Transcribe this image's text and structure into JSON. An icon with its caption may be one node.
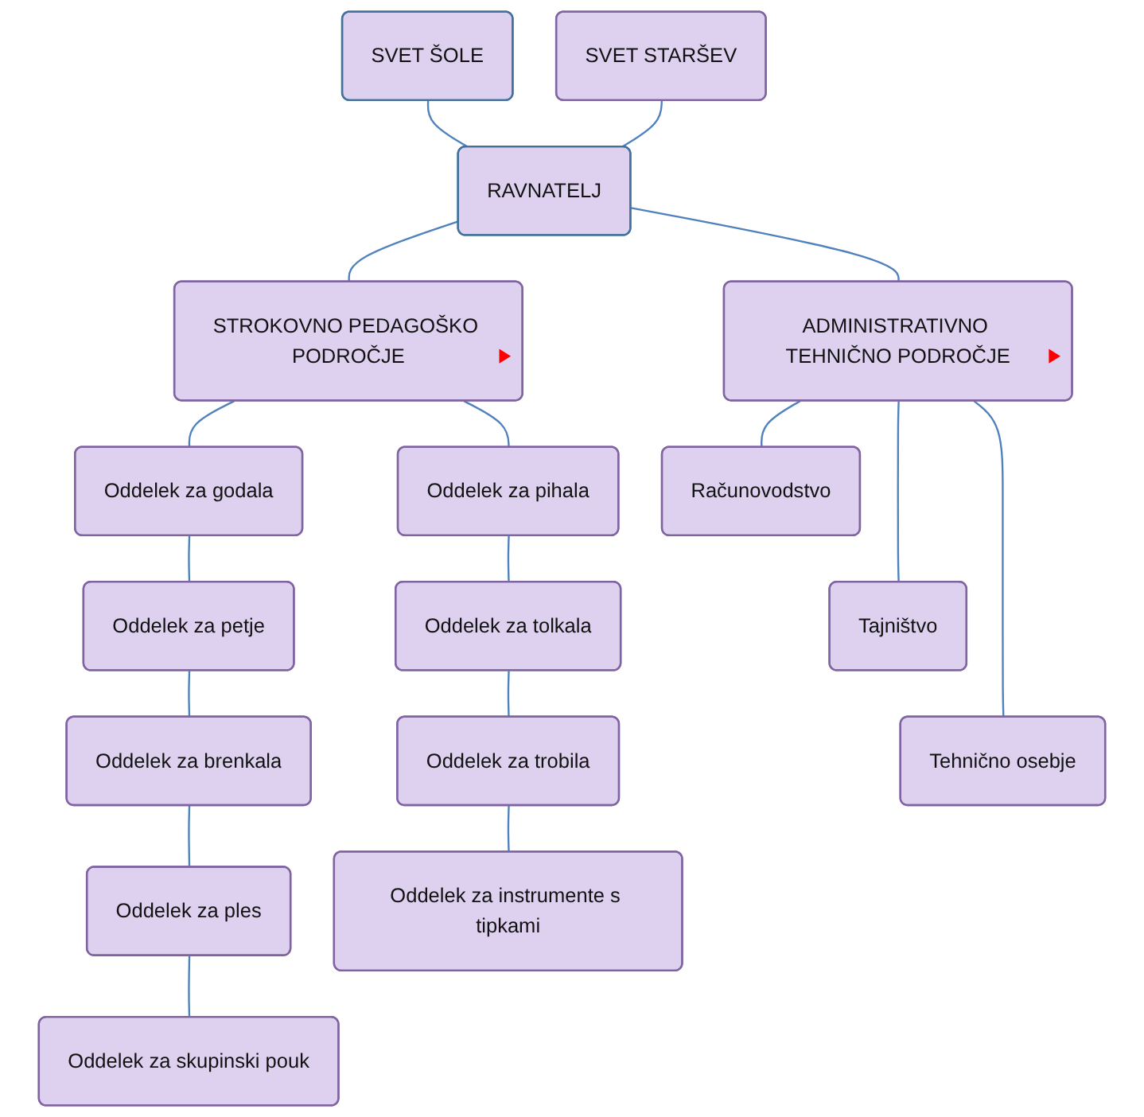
{
  "diagram": {
    "nodes": [
      {
        "text": [
          "SVET ŠOLE"
        ]
      },
      {
        "text": [
          "RAVNATELJ"
        ]
      },
      {
        "text": [
          "SVET STARŠEV"
        ]
      },
      {
        "text": [
          "STROKOVNO PEDAGOŠKO PODROČJE"
        ]
      },
      {
        "text": [
          "ADMINISTRATIVNO TEHNIČNO PODROČJE"
        ]
      },
      {
        "text": [
          "Oddelek za godala"
        ]
      },
      {
        "text": [
          "Oddelek za petje"
        ]
      },
      {
        "text": [
          "Oddelek za brenkala"
        ]
      },
      {
        "text": [
          "Oddelek za ples"
        ]
      },
      {
        "text": [
          "Oddelek za skupinski pouk"
        ]
      },
      {
        "text": [
          "Oddelek za pihala"
        ]
      },
      {
        "text": [
          "Oddelek za tolkala"
        ]
      },
      {
        "text": [
          "Oddelek za trobila"
        ]
      },
      {
        "text": [
          "Oddelek za instrumente s tipkami"
        ]
      },
      {
        "text": [
          "Računovodstvo"
        ]
      },
      {
        "text": [
          "Tajništvo"
        ]
      },
      {
        "text": [
          "Tehnično osebje"
        ]
      }
    ],
    "edges": [
      {
        "from": 0,
        "to": 1,
        "arrow": "none"
      },
      {
        "from": 2,
        "to": 1,
        "arrow": "none"
      },
      {
        "from": 1,
        "to": 3,
        "arrow": "none"
      },
      {
        "from": 1,
        "to": 4,
        "arrow": "none"
      },
      {
        "from": 3,
        "to": 5,
        "arrow": "none"
      },
      {
        "from": 3,
        "to": 10,
        "arrow": "none"
      },
      {
        "from": 5,
        "to": 6,
        "arrow": "none"
      },
      {
        "from": 6,
        "to": 7,
        "arrow": "none"
      },
      {
        "from": 7,
        "to": 8,
        "arrow": "none"
      },
      {
        "from": 8,
        "to": 9,
        "arrow": "none"
      },
      {
        "from": 10,
        "to": 11,
        "arrow": "none"
      },
      {
        "from": 11,
        "to": 12,
        "arrow": "none"
      },
      {
        "from": 12,
        "to": 13,
        "arrow": "none"
      },
      {
        "from": 4,
        "to": 14,
        "arrow": "none"
      },
      {
        "from": 4,
        "to": 15,
        "arrow": "none"
      },
      {
        "from": 4,
        "to": 16,
        "arrow": "none"
      }
    ]
  }
}
